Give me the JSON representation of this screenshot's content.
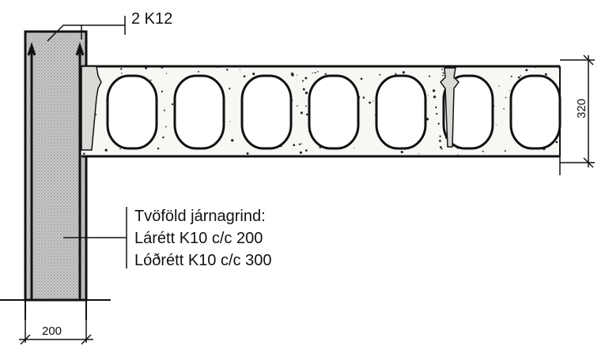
{
  "drawing": {
    "top_rebar_label": "2 K12",
    "reinforcement_note": {
      "line1": "Tvöföld járnagrind:",
      "line2": "Lárétt K10 c/c 200",
      "line3": "Lóðrétt K10 c/c 300"
    },
    "slab_thickness_label": "320",
    "wall_thickness_label": "200",
    "slab_void_count": 7,
    "colors": {
      "ink": "#111111",
      "concrete_fill": "#f7f7f4",
      "wall_hatch": "#9a9a9a",
      "background": "#ffffff"
    }
  }
}
